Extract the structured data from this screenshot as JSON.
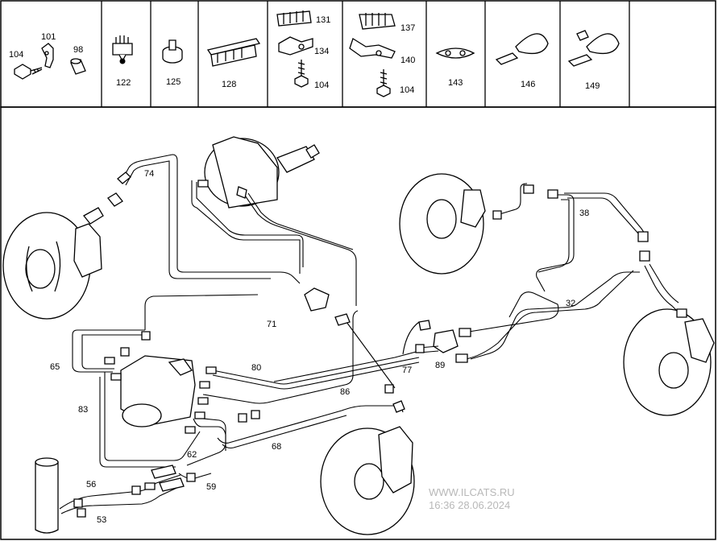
{
  "header_parts": {
    "cell1": {
      "a": "104",
      "b": "101",
      "c": "98"
    },
    "cell2": {
      "a": "122"
    },
    "cell3": {
      "a": "125"
    },
    "cell4": {
      "a": "128"
    },
    "cell5": {
      "a": "131",
      "b": "134",
      "c": "104"
    },
    "cell6": {
      "a": "137",
      "b": "140",
      "c": "104"
    },
    "cell7": {
      "a": "143"
    },
    "cell8": {
      "a": "146"
    },
    "cell9": {
      "a": "149"
    }
  },
  "diagram_labels": {
    "l74": "74",
    "l38": "38",
    "l32": "32",
    "l71": "71",
    "l80": "80",
    "l77": "77",
    "l89": "89",
    "l65": "65",
    "l83": "83",
    "l86": "86",
    "l68": "68",
    "l62": "62",
    "l56": "56",
    "l59": "59",
    "l53": "53"
  },
  "watermark": {
    "site": "WWW.ILCATS.RU",
    "timestamp": "16:36 28.06.2024"
  }
}
